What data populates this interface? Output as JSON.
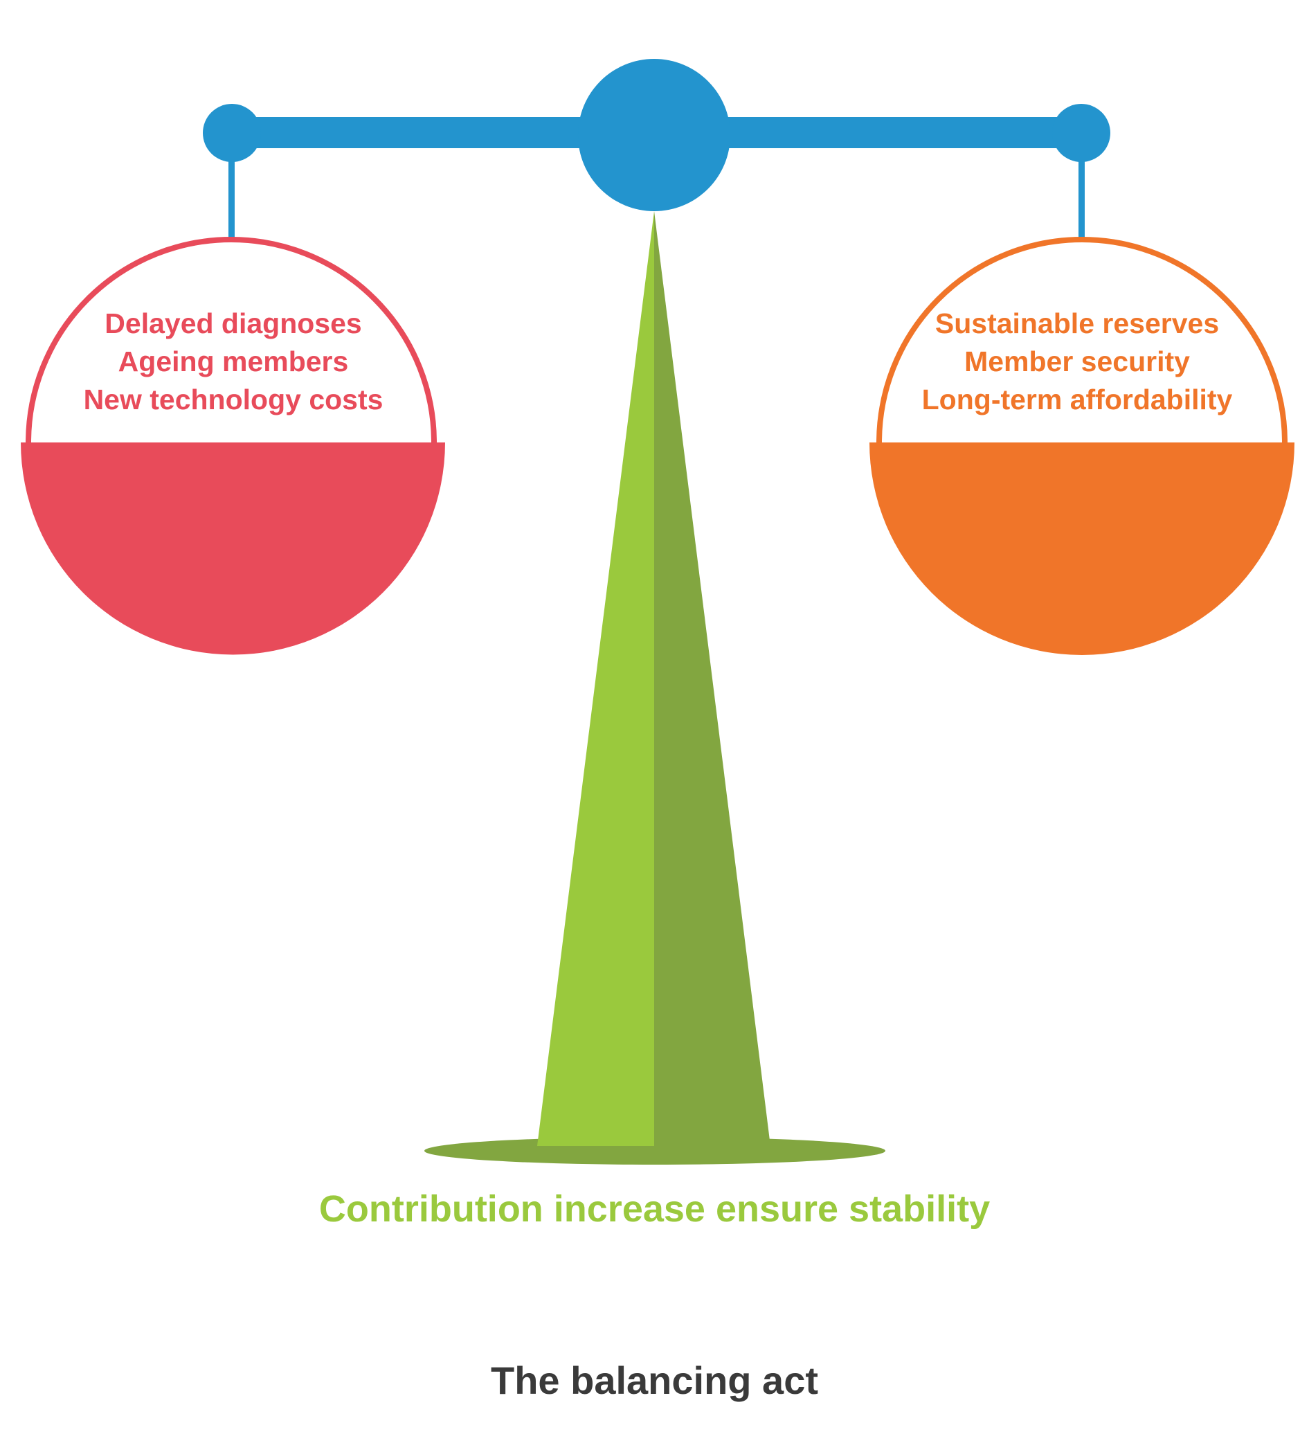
{
  "diagram": {
    "left_pan": {
      "items": [
        "Delayed diagnoses",
        "Ageing members",
        "New technology costs"
      ],
      "color": "#E84B5A"
    },
    "right_pan": {
      "items": [
        "Sustainable reserves",
        "Member security",
        "Long-term affordability"
      ],
      "color": "#F07529"
    },
    "beam_color": "#2394CE",
    "stand_color_light": "#9AC93D",
    "stand_color_dark": "#82A640",
    "caption": "Contribution increase ensure stability",
    "caption_color": "#9AC93D",
    "title": "The balancing act",
    "title_color": "#3A3A3A"
  }
}
